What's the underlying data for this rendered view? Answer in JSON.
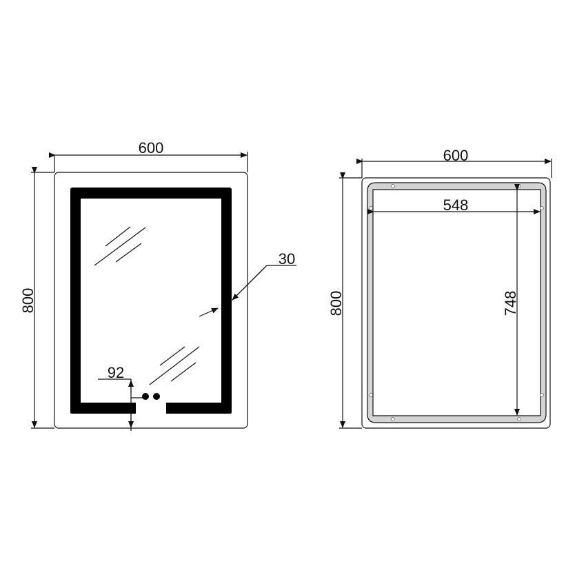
{
  "front_view": {
    "width_label": "600",
    "height_label": "800",
    "border_label": "30",
    "gap_label": "92"
  },
  "back_view": {
    "width_label": "600",
    "height_label": "800",
    "inner_width_label": "548",
    "inner_height_label": "748"
  },
  "colors": {
    "line": "#111111",
    "led_band": "#000000",
    "frame_band": "#d4d4d4"
  }
}
